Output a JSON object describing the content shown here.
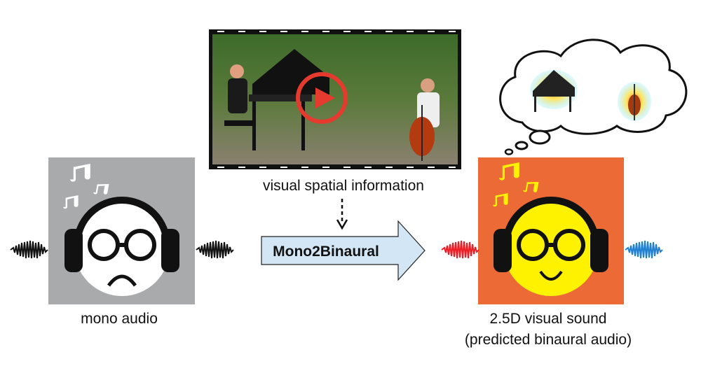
{
  "labels": {
    "video_caption": "visual spatial information",
    "model_name": "Mono2Binaural",
    "input_caption": "mono audio",
    "output_caption_line1": "2.5D visual sound",
    "output_caption_line2": "(predicted binaural audio)"
  },
  "colors": {
    "input_bg": "#a8aaab",
    "output_bg": "#ec6a35",
    "arrow_fill": "#d3e6f5",
    "left_wave": "#ee1c24",
    "right_wave": "#1f7fd0",
    "play_button": "#e53a2e",
    "happy_face": "#fff200"
  },
  "icons": [
    "music-notes-icon",
    "headphones-icon",
    "sad-face-icon",
    "happy-face-icon",
    "play-icon",
    "thought-cloud-icon",
    "piano-icon",
    "cello-icon",
    "waveform-icon"
  ]
}
